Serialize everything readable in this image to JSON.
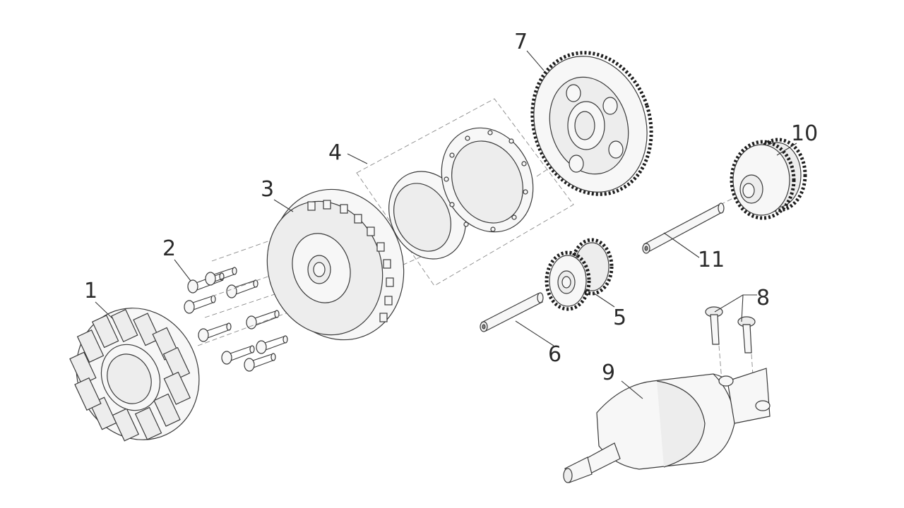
{
  "diagram": {
    "callouts": [
      {
        "id": "1",
        "label": "1"
      },
      {
        "id": "2",
        "label": "2"
      },
      {
        "id": "3",
        "label": "3"
      },
      {
        "id": "4",
        "label": "4"
      },
      {
        "id": "5",
        "label": "5"
      },
      {
        "id": "6",
        "label": "6"
      },
      {
        "id": "7",
        "label": "7"
      },
      {
        "id": "8",
        "label": "8"
      },
      {
        "id": "9",
        "label": "9"
      },
      {
        "id": "10",
        "label": "10"
      },
      {
        "id": "11",
        "label": "11"
      }
    ],
    "colors": {
      "background": "#ffffff",
      "line": "#3a3a3a",
      "fill": "#f7f7f7"
    }
  }
}
